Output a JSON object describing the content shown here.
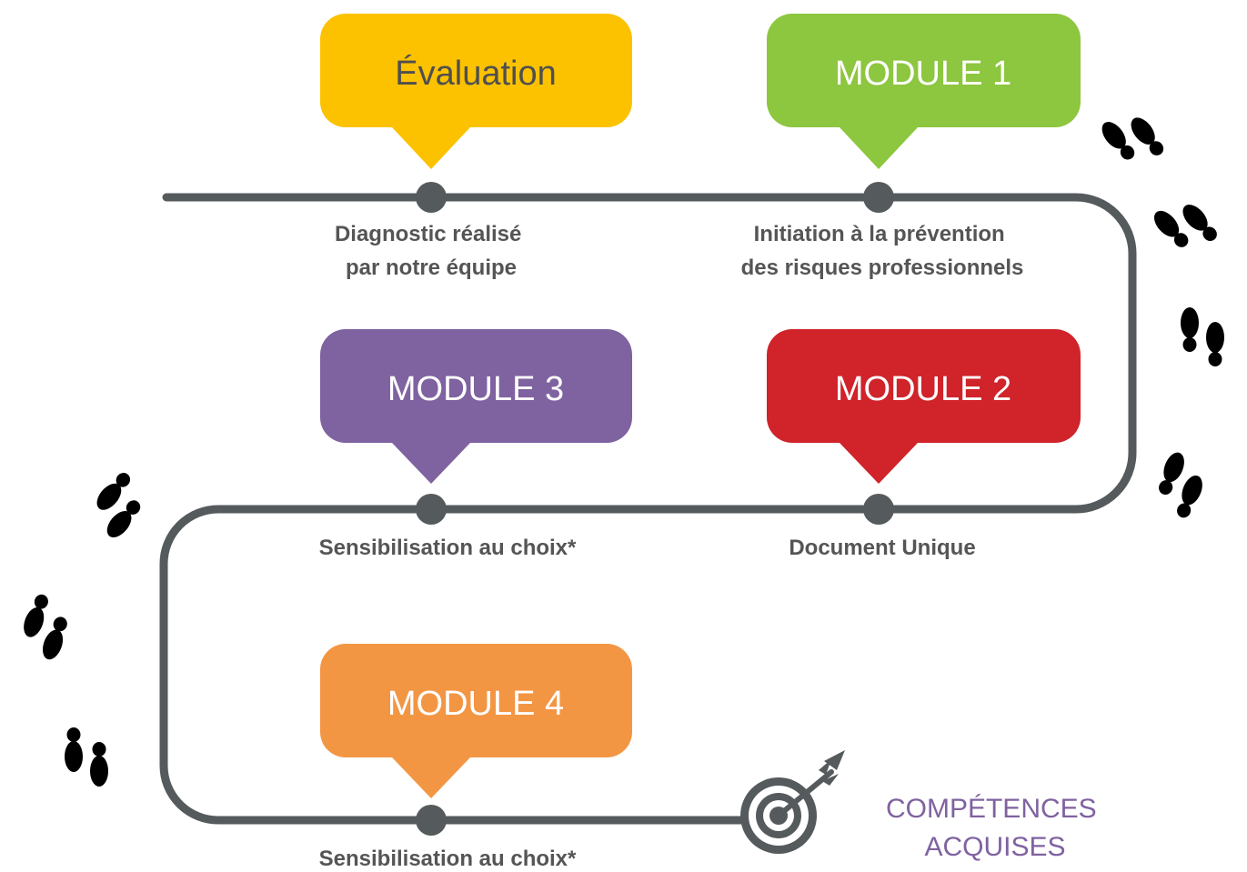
{
  "steps": [
    {
      "title": "Évaluation",
      "color": "#FCC200",
      "text_color": "#4f4f4f",
      "caption": [
        "Diagnostic réalisé",
        "par notre équipe"
      ]
    },
    {
      "title": "MODULE 1",
      "color": "#8DC63F",
      "text_color": "#ffffff",
      "caption": [
        "Initiation à la prévention",
        "des risques professionnels"
      ]
    },
    {
      "title": "MODULE 2",
      "color": "#D0232A",
      "text_color": "#ffffff",
      "caption": [
        "Document Unique"
      ]
    },
    {
      "title": "MODULE 3",
      "color": "#7F62A0",
      "text_color": "#ffffff",
      "caption": [
        "Sensibilisation au choix*"
      ]
    },
    {
      "title": "MODULE 4",
      "color": "#F39644",
      "text_color": "#ffffff",
      "caption": [
        "Sensibilisation au choix*"
      ]
    }
  ],
  "goal": {
    "lines": [
      "COMPÉTENCES",
      "ACQUISES"
    ],
    "color": "#7F62A0",
    "icon": "target-with-arrow-icon"
  },
  "path": {
    "color": "#555a5c",
    "node_color": "#555a5c"
  },
  "decoration": {
    "icon": "footprints-icon",
    "color": "#000000"
  }
}
